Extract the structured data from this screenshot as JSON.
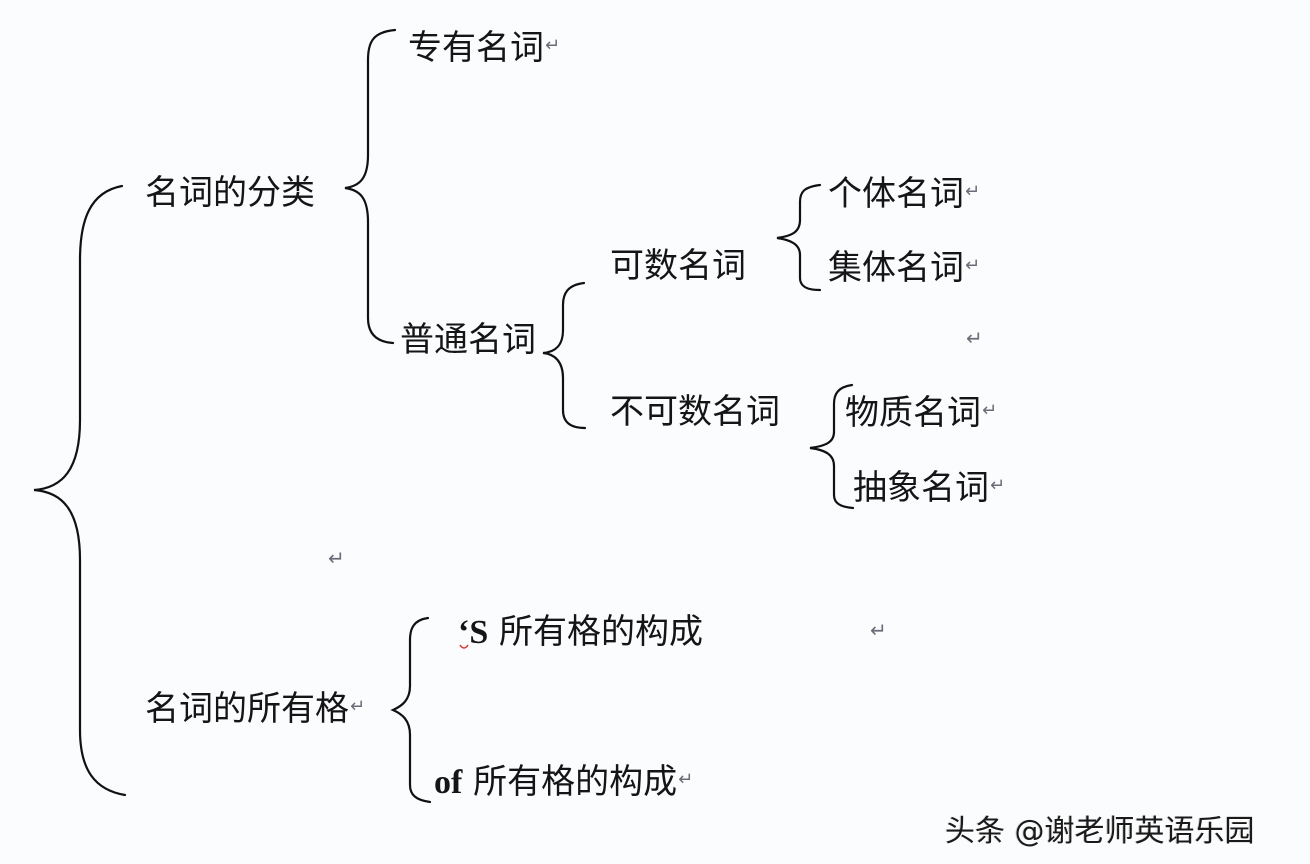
{
  "diagram": {
    "root": {
      "children": [
        {
          "label": "名词的分类",
          "children": [
            {
              "label": "专有名词"
            },
            {
              "label": "普通名词",
              "children": [
                {
                  "label": "可数名词",
                  "children": [
                    {
                      "label": "个体名词"
                    },
                    {
                      "label": "集体名词"
                    }
                  ]
                },
                {
                  "label": "不可数名词",
                  "children": [
                    {
                      "label": "物质名词"
                    },
                    {
                      "label": "抽象名词"
                    }
                  ]
                }
              ]
            }
          ]
        },
        {
          "label": "名词的所有格",
          "children": [
            {
              "prefix": "‘S",
              "label": "所有格的构成"
            },
            {
              "prefix": "of",
              "label": "所有格的构成"
            }
          ]
        }
      ]
    },
    "paragraph_mark": "↵",
    "colors": {
      "background": "#fbfcfe",
      "text": "#151515",
      "brace": "#111111",
      "paragraph_mark": "#6e6a78"
    }
  },
  "watermark": "头条 @谢老师英语乐园"
}
